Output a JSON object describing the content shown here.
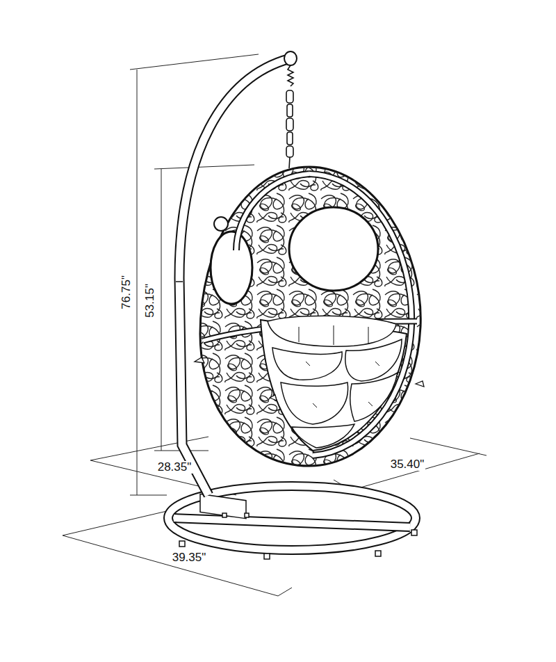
{
  "diagram": {
    "labels": [
      "76.75\"",
      "53.15\"",
      "28.35\"",
      "35.40\"",
      "39.35\""
    ]
  }
}
